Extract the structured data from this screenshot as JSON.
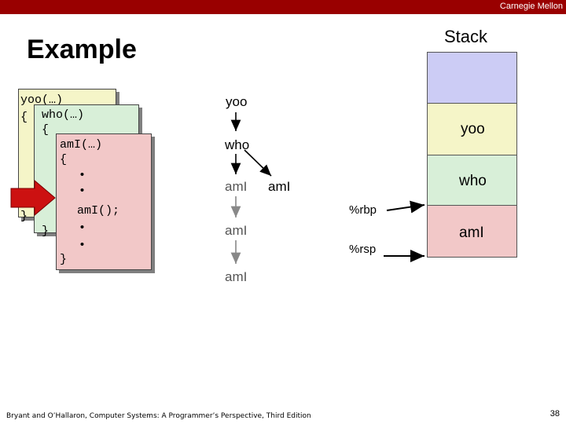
{
  "header": {
    "brand": "Carnegie Mellon"
  },
  "title": "Example",
  "stack": {
    "title": "Stack",
    "frames": [
      "yoo",
      "who",
      "amI"
    ],
    "registers": {
      "rbp": "%rbp",
      "rsp": "%rsp"
    }
  },
  "code": {
    "yoo": [
      "yoo(…)",
      "{",
      "}"
    ],
    "who": [
      "who(…)",
      "{",
      "}"
    ],
    "ami": [
      "amI(…)",
      "{",
      "•",
      "•",
      "amI();",
      "•",
      "•",
      "}"
    ]
  },
  "call_tree": {
    "root": "yoo",
    "child": "who",
    "grandchildren": [
      "amI",
      "amI"
    ],
    "deeper": [
      "amI",
      "amI"
    ]
  },
  "footer": {
    "citation": "Bryant and O’Hallaron, Computer Systems: A Programmer’s Perspective, Third Edition",
    "page": "38"
  },
  "colors": {
    "topbar": "#990000",
    "yoo_frame": "#f5f5c8",
    "who_frame": "#d8efd8",
    "ami_frame": "#f2c8c8",
    "empty_frame": "#ccccf5",
    "arrow": "#cc1111"
  }
}
